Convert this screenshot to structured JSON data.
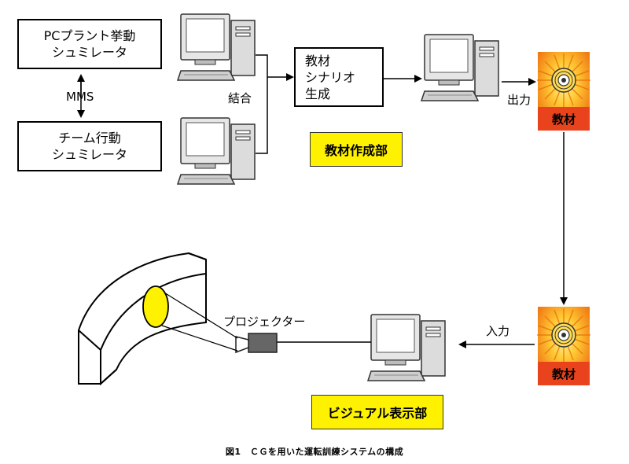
{
  "boxes": {
    "pc_sim_line1": "PCプラント挙動",
    "pc_sim_line2": "シュミレータ",
    "team_sim_line1": "チーム行動",
    "team_sim_line2": "シュミレータ",
    "scenario_line1": "教材",
    "scenario_line2": "シナリオ",
    "scenario_line3": "生成"
  },
  "labels": {
    "mms": "MMS",
    "combine": "結合",
    "output": "出力",
    "input": "入力",
    "projector": "プロジェクター"
  },
  "sections": {
    "creation": "教材作成部",
    "visual": "ビジュアル表示部"
  },
  "material": {
    "top": "教材",
    "bottom": "教材"
  },
  "colors": {
    "section_bg": "#fff200",
    "material_orange": "#f7941d",
    "material_red": "#e8431c"
  },
  "caption": "図1　ＣＧを用いた運転訓練システムの構成"
}
